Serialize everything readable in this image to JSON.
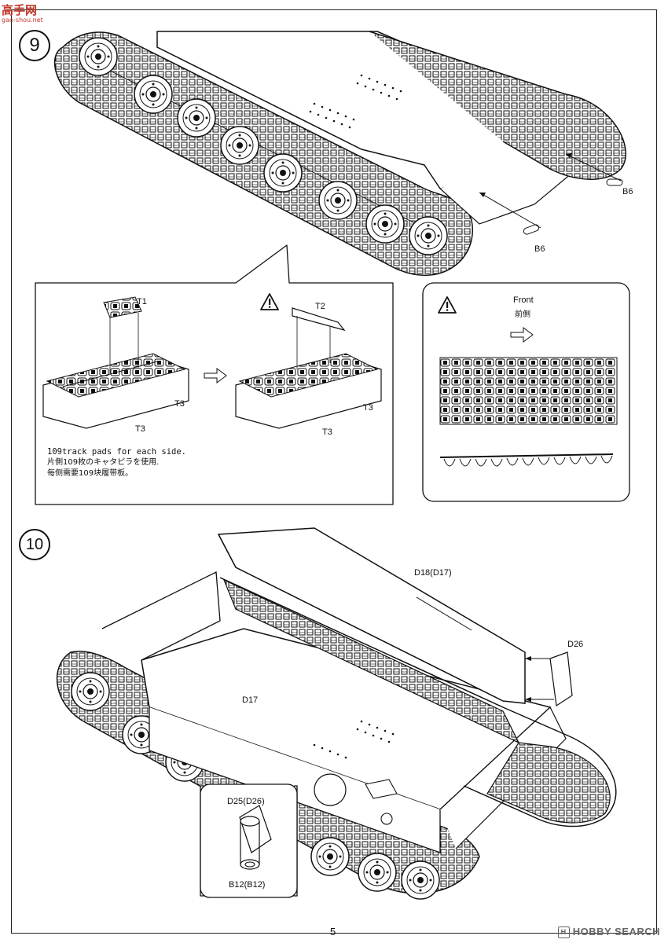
{
  "watermark_top": {
    "chars": "高手网",
    "url": "gao-shou.net"
  },
  "watermark_bottom": "HOBBY SEARCH",
  "page_number": "5",
  "step9": {
    "number": "9",
    "labels": {
      "b6_a": "B6",
      "b6_b": "B6"
    },
    "detail_left": {
      "t1": "T1",
      "t2": "T2",
      "t3_a": "T3",
      "t3_b": "T3",
      "t3_c": "T3",
      "t3_d": "T3",
      "note_en": "109track pads for each side.",
      "note_ja": "片側109枚のキャタピラを使用.",
      "note_zh": "每侧需要109块履带板。"
    },
    "detail_right": {
      "front_en": "Front",
      "front_zh": "前側"
    }
  },
  "step10": {
    "number": "10",
    "labels": {
      "d18": "D18(D17)",
      "d26": "D26",
      "d17": "D17"
    },
    "detail": {
      "d25": "D25(D26)",
      "b12": "B12(B12)"
    }
  },
  "icons": [
    "warning-icon",
    "arrow-right-icon"
  ]
}
